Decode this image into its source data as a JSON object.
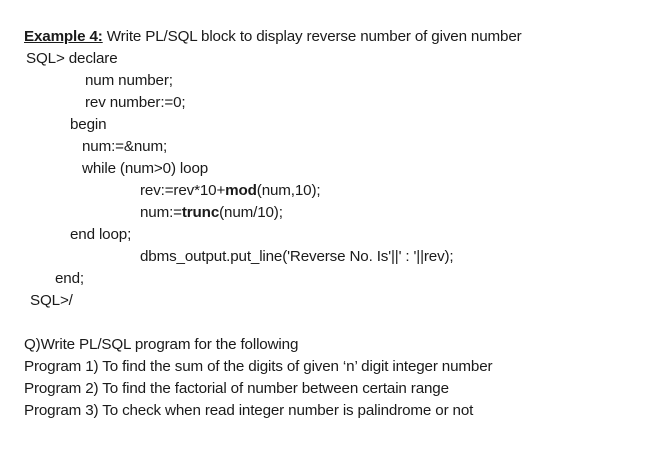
{
  "document": {
    "title_label": "Example 4:",
    "title_text": " Write PL/SQL block to display reverse number of given number",
    "code": {
      "line_declare": "SQL> declare",
      "line_num_number": "num number;",
      "line_rev_number": "rev number:=0;",
      "line_begin": "begin",
      "line_num_assign": "num:=&num;",
      "line_while": "while (num>0) loop",
      "line_rev_pre": "rev:=rev*10+",
      "line_rev_bold": "mod",
      "line_rev_post": "(num,10);",
      "line_num_pre": "num:=",
      "line_num_bold": "trunc",
      "line_num_post": "(num/10);",
      "line_end_loop": "end loop;",
      "line_dbms": "dbms_output.put_line('Reverse No. Is'||' : '||rev);",
      "line_end": "end;",
      "line_slash": "SQL>/"
    },
    "questions": {
      "heading": "Q)Write PL/SQL program for the following",
      "items": [
        "Program 1) To find the sum of the digits of given ‘n’ digit integer number",
        "Program 2) To find the factorial of number between certain range",
        "Program 3) To check when read integer number is palindrome or not"
      ]
    }
  }
}
